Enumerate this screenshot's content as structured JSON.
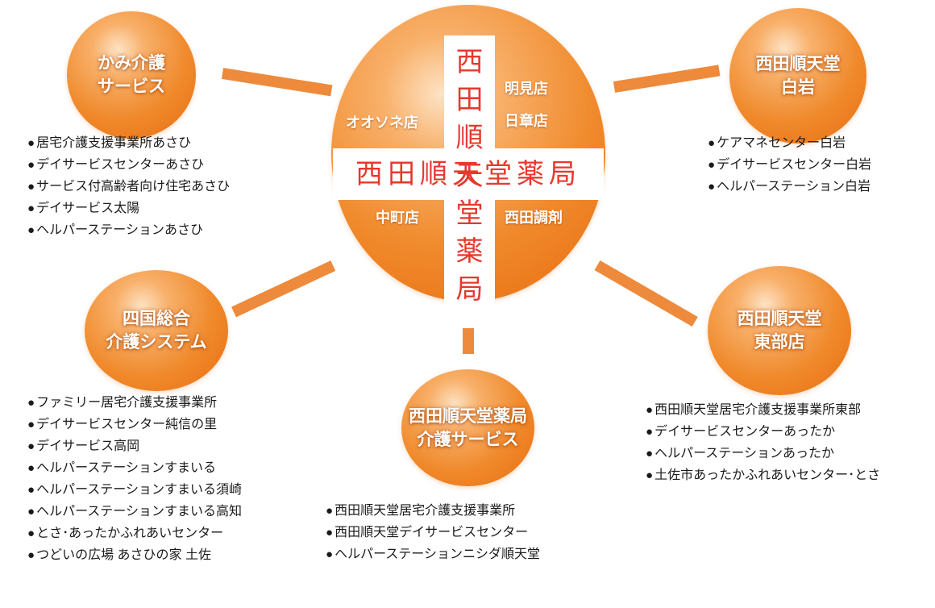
{
  "hub": {
    "name_vertical": "西田順天堂薬局",
    "name_horizontal": "西田順天堂薬局",
    "branches": {
      "top_left": "オオソネ店",
      "top_right_1": "明見店",
      "top_right_2": "日章店",
      "bottom_left": "中町店",
      "bottom_right": "西田調剤"
    }
  },
  "groups": [
    {
      "title": "かみ介護\nサービス",
      "items": [
        "居宅介護支援事業所あさひ",
        "デイサービスセンターあさひ",
        "サービス付高齢者向け住宅あさひ",
        "デイサービス太陽",
        "ヘルパーステーションあさひ"
      ]
    },
    {
      "title": "西田順天堂\n白岩",
      "items": [
        "ケアマネセンター白岩",
        "デイサービスセンター白岩",
        "ヘルパーステーション白岩"
      ]
    },
    {
      "title": "四国総合\n介護システム",
      "items": [
        "ファミリー居宅介護支援事業所",
        "デイサービスセンター純信の里",
        "デイサービス高岡",
        "ヘルパーステーションすまいる",
        "ヘルパーステーションすまいる須崎",
        "ヘルパーステーションすまいる高知",
        "とさ･あったかふれあいセンター",
        "つどいの広場 あさひの家 土佐"
      ]
    },
    {
      "title": "西田順天堂薬局\n介護サービス",
      "items": [
        "西田順天堂居宅介護支援事業所",
        "西田順天堂デイサービスセンター",
        "ヘルパーステーションニシダ順天堂"
      ]
    },
    {
      "title": "西田順天堂\n東部店",
      "items": [
        "西田順天堂居宅介護支援事業所東部",
        "デイサービスセンターあったか",
        "ヘルパーステーションあったか",
        "土佐市あったかふれあいセンター･とさ"
      ]
    }
  ]
}
